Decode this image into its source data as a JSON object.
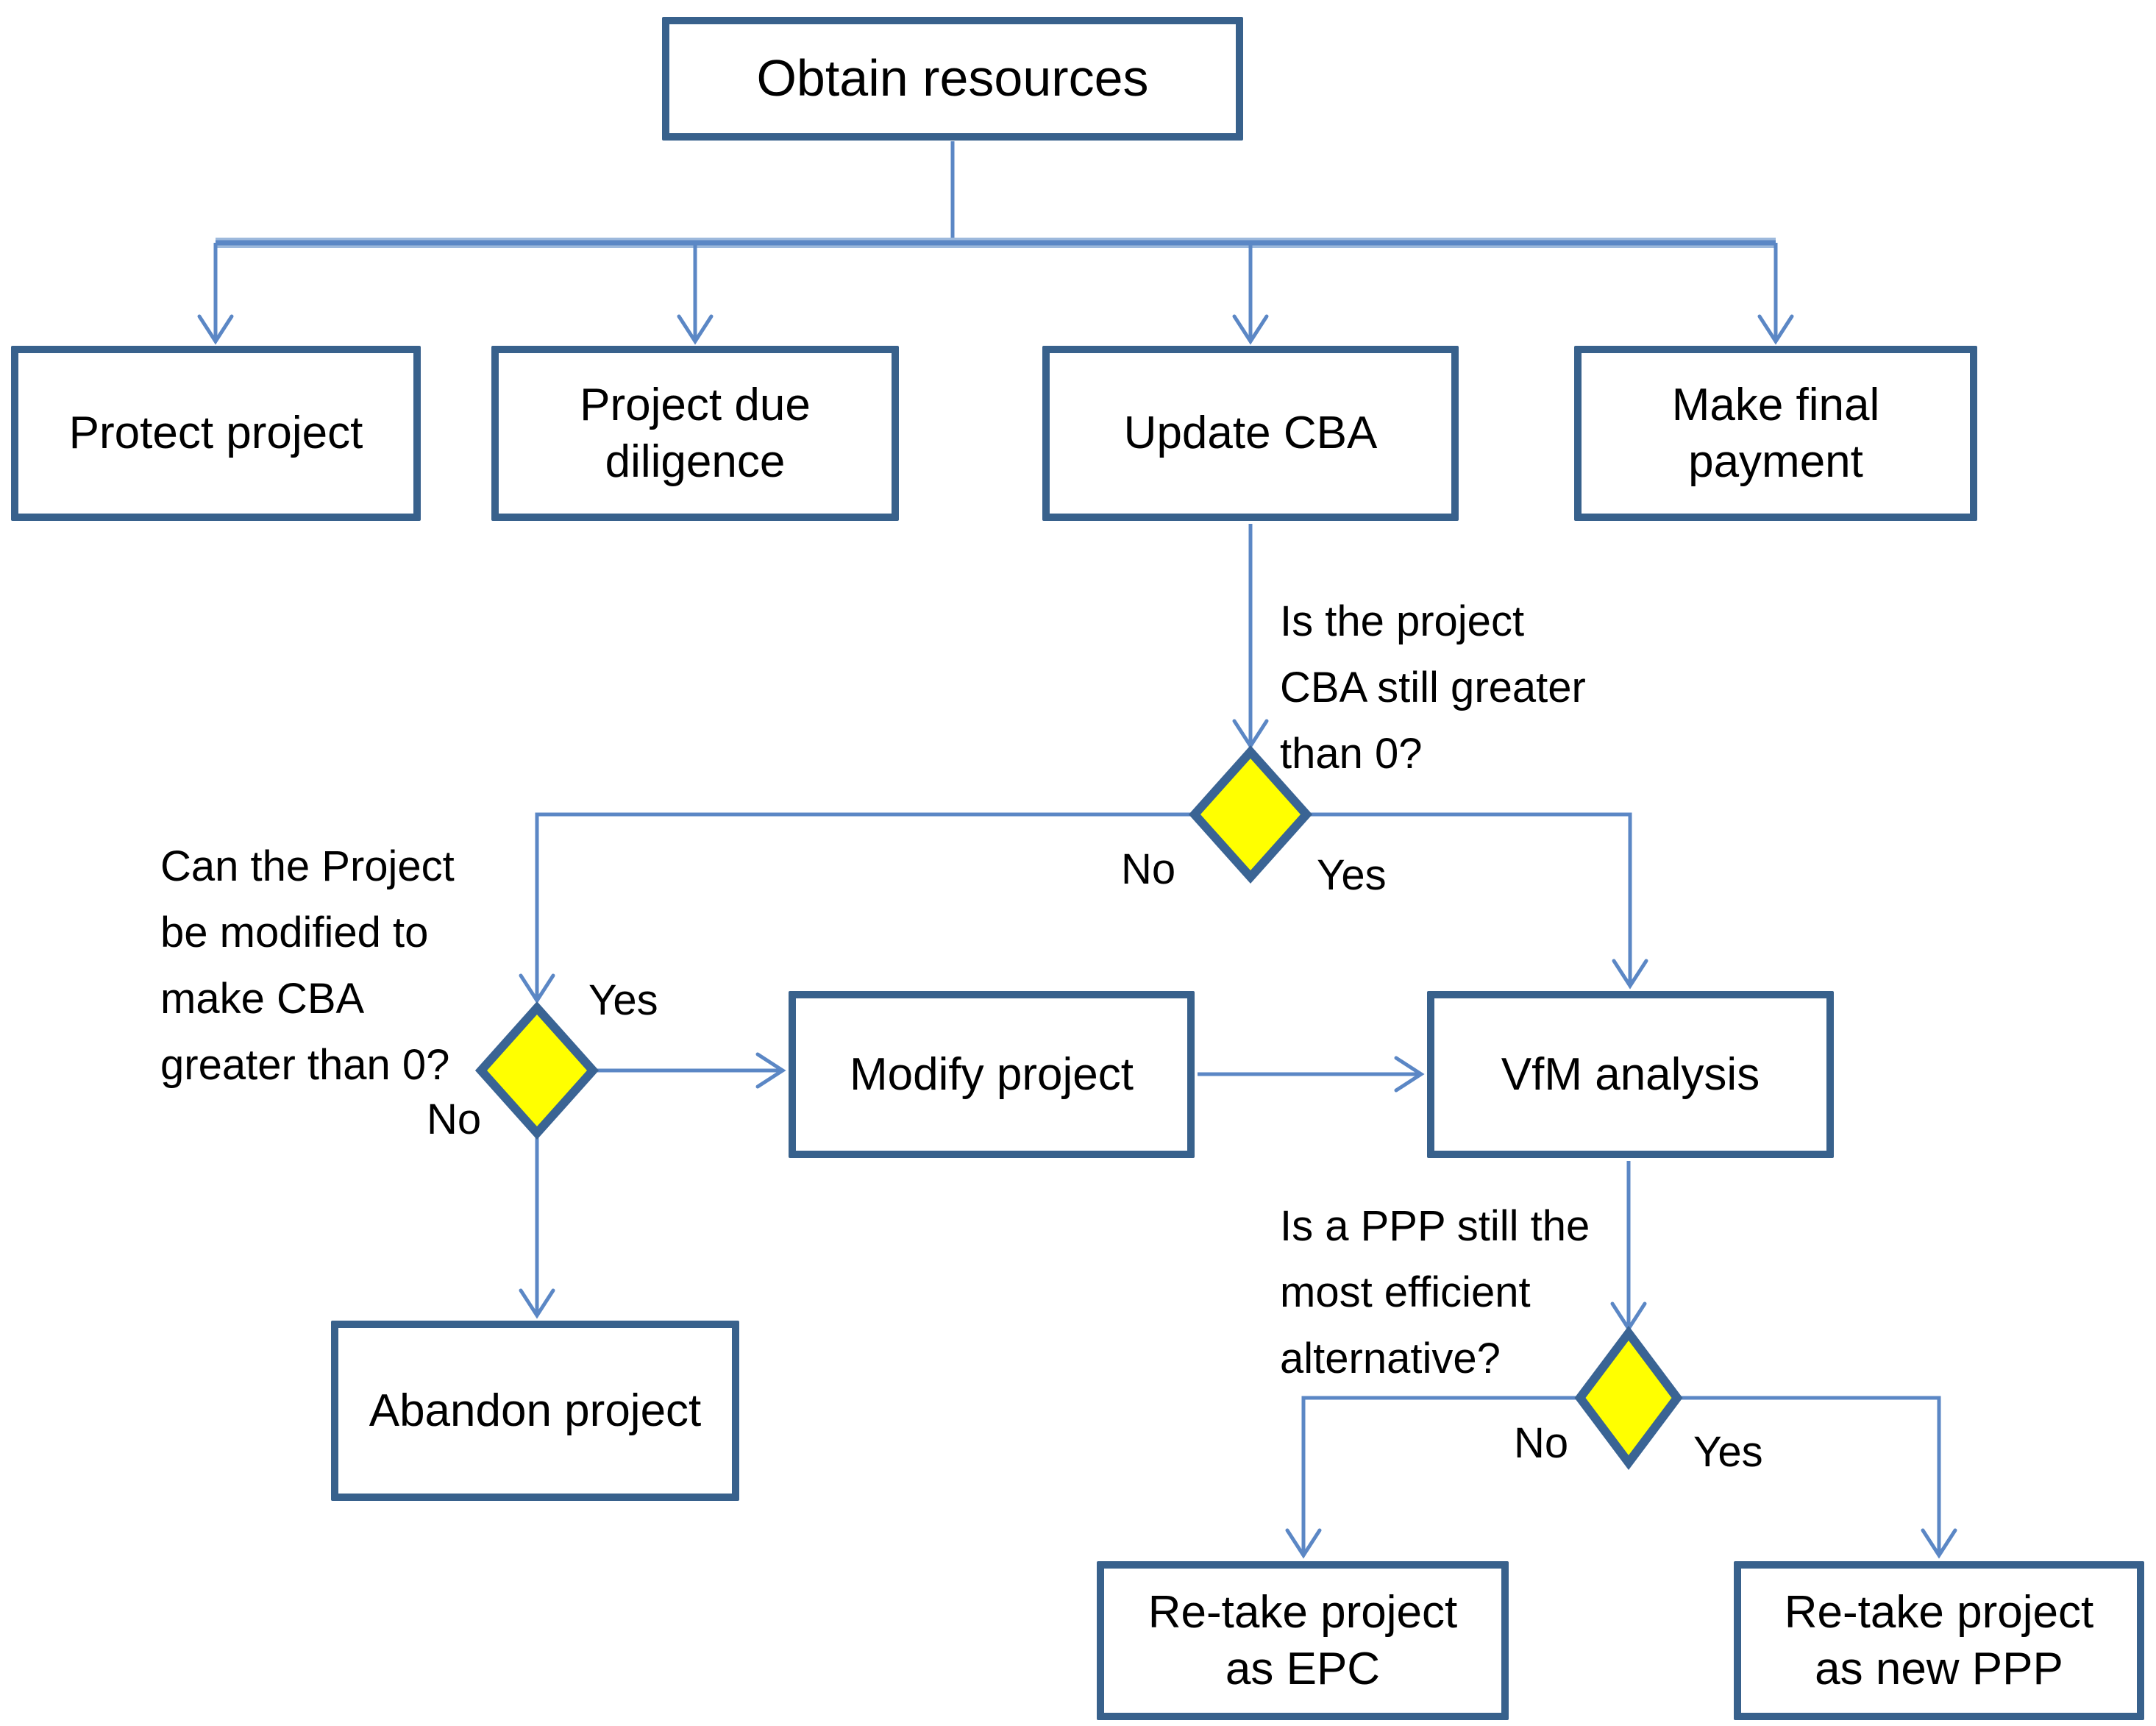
{
  "nodes": {
    "obtain": {
      "label": "Obtain resources"
    },
    "protect": {
      "label": "Protect project"
    },
    "due_diligence": {
      "label": "Project due diligence"
    },
    "update_cba": {
      "label": "Update CBA"
    },
    "final_payment": {
      "label": "Make final payment"
    },
    "modify": {
      "label": "Modify project"
    },
    "vfm": {
      "label": "VfM analysis"
    },
    "abandon": {
      "label": "Abandon project"
    },
    "retake_epc": {
      "label": "Re-take project as EPC"
    },
    "retake_ppp": {
      "label": "Re-take project as new PPP"
    }
  },
  "decisions": {
    "cba": {
      "question": "Is the project CBA still greater than 0?",
      "lines": [
        "Is the project",
        "CBA still greater",
        "than 0?"
      ],
      "no_label": "No",
      "yes_label": "Yes"
    },
    "modify": {
      "question": "Can the Project be modified to make CBA greater than 0?",
      "lines": [
        "Can the Project",
        "be modified to",
        "make CBA",
        "greater than 0?"
      ],
      "no_label": "No",
      "yes_label": "Yes"
    },
    "ppp": {
      "question": "Is a PPP still the most efficient alternative?",
      "lines": [
        "Is a PPP still the",
        "most efficient",
        "alternative?"
      ],
      "no_label": "No",
      "yes_label": "Yes"
    }
  },
  "colors": {
    "box_border": "#38618C",
    "connector": "#5B87C5",
    "diamond_fill": "#FFFF00",
    "diamond_border": "#3A6494",
    "text": "#000000",
    "background": "#FFFFFF"
  }
}
